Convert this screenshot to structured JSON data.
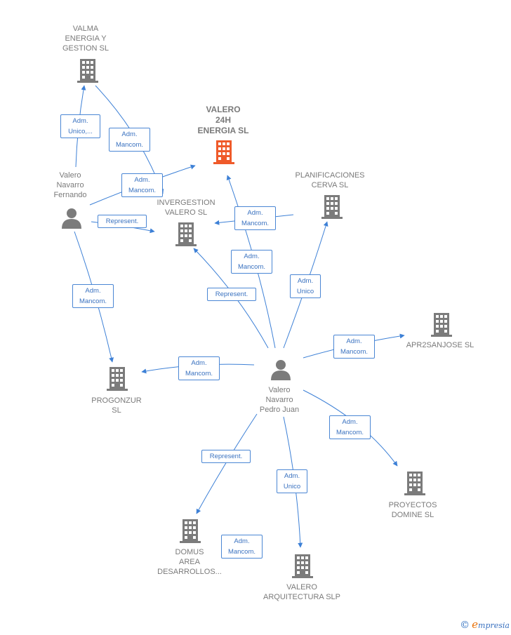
{
  "colors": {
    "edge": "#3d80d6",
    "company": "#7b7b7b",
    "highlight": "#ef5a2a",
    "person": "#7b7b7b"
  },
  "nodes": {
    "valma": {
      "label": "VALMA\nENERGIA Y\nGESTION  SL",
      "icon": "building-icon"
    },
    "valero24h": {
      "label": "VALERO\n24H\nENERGIA  SL",
      "icon": "building-icon"
    },
    "planificaciones": {
      "label": "PLANIFICACIONES\nCERVA SL",
      "icon": "building-icon"
    },
    "invergestion": {
      "label": "INVERGESTION\nVALERO SL",
      "icon": "building-icon"
    },
    "fernando": {
      "label": "Valero\nNavarro\nFernando",
      "icon": "person-icon"
    },
    "apr2": {
      "label": "APR2SANJOSE SL",
      "icon": "building-icon"
    },
    "progonzur": {
      "label": "PROGONZUR\nSL",
      "icon": "building-icon"
    },
    "pedrojuan": {
      "label": "Valero\nNavarro\nPedro Juan",
      "icon": "person-icon"
    },
    "proyectos": {
      "label": "PROYECTOS\nDOMINE SL",
      "icon": "building-icon"
    },
    "domus": {
      "label": "DOMUS\nAREA\nDESARROLLOS...",
      "icon": "building-icon"
    },
    "arquitectura": {
      "label": "VALERO\nARQUITECTURA SLP",
      "icon": "building-icon"
    }
  },
  "edge_labels": {
    "e1": "Adm.\nUnico,...",
    "e2": "Adm.\nMancom.",
    "e3": "Adm.\nMancom.",
    "e4": "Adm.\nMancom.",
    "e5": "Represent.",
    "e6": "Adm.\nMancom.",
    "e7": "Adm.\nMancom.",
    "e8": "Represent.",
    "e9": "Adm.\nUnico",
    "e10": "Adm.\nMancom.",
    "e11": "Adm.\nMancom.",
    "e12": "Adm.\nMancom.",
    "e13": "Represent.",
    "e14": "Adm.\nUnico",
    "e15": "Adm.\nMancom."
  },
  "brand": {
    "copyright": "©",
    "initial": "e",
    "name": "mpresia"
  }
}
